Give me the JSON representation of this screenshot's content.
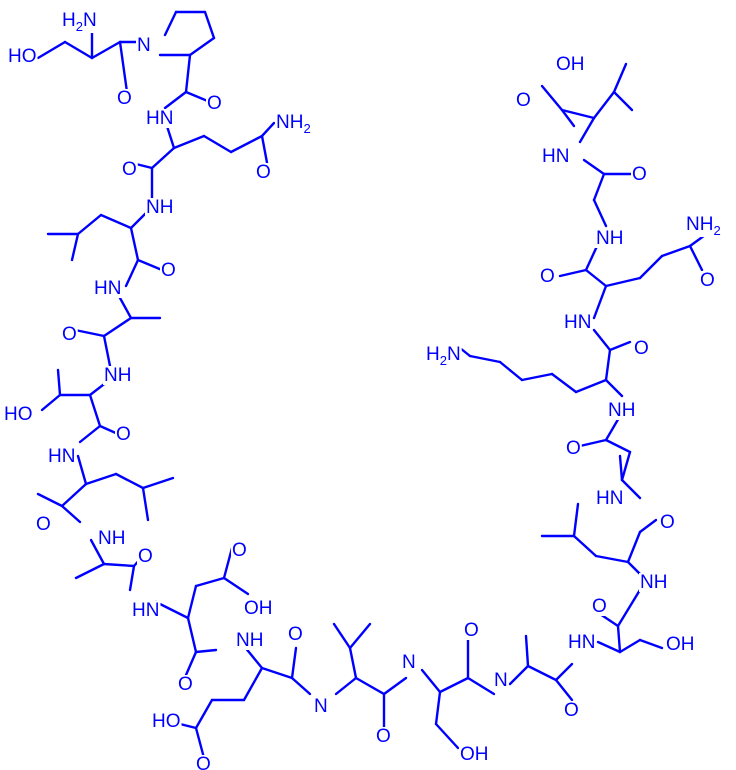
{
  "colors": {
    "structure": "#0000ff",
    "background": "#ffffff"
  },
  "labels": {
    "h2n_top": "H",
    "h2n_top_sub": "2",
    "h2n_top_n": "N",
    "ho_ser": "HO",
    "n_pro": "N",
    "o": "O",
    "nh": "NH",
    "hn": "HN",
    "nh2": "NH",
    "nh2_sub": "2",
    "h2n": "H",
    "h2n_sub": "2",
    "h2n_n": "N",
    "n": "N",
    "h": "H",
    "oh": "OH",
    "ho": "HO"
  }
}
